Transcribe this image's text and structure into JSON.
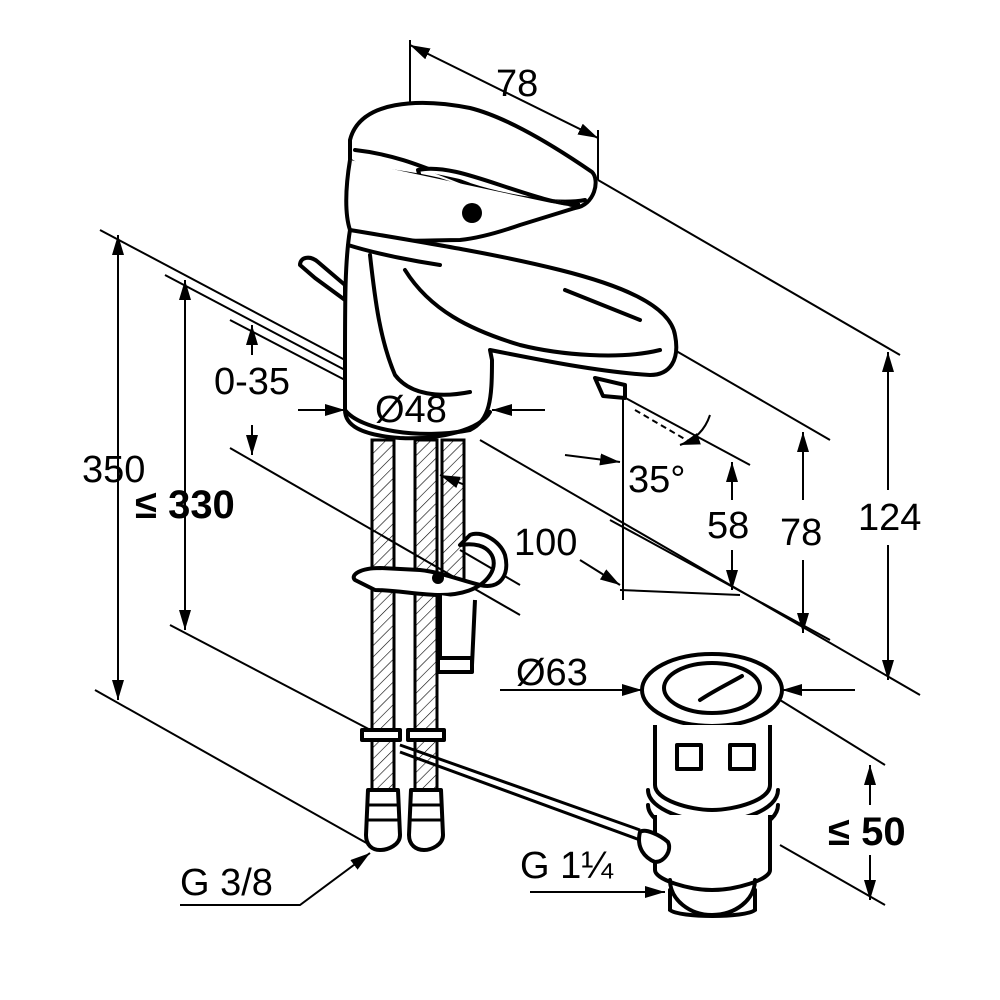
{
  "dimensions": {
    "spout_length": "78",
    "diameter_body": "Ø48",
    "deck_thickness": "0-35",
    "total_height": "350",
    "below_deck": "≤ 330",
    "reach": "100",
    "angle": "35°",
    "spout_height": "58",
    "outlet_height": "78",
    "tap_height": "124",
    "waste_diameter": "Ø63",
    "waste_height": "≤ 50",
    "hose_thread": "G 3/8",
    "waste_thread": "G 1¼"
  },
  "icons": {
    "arrow": "arrowhead-icon"
  }
}
